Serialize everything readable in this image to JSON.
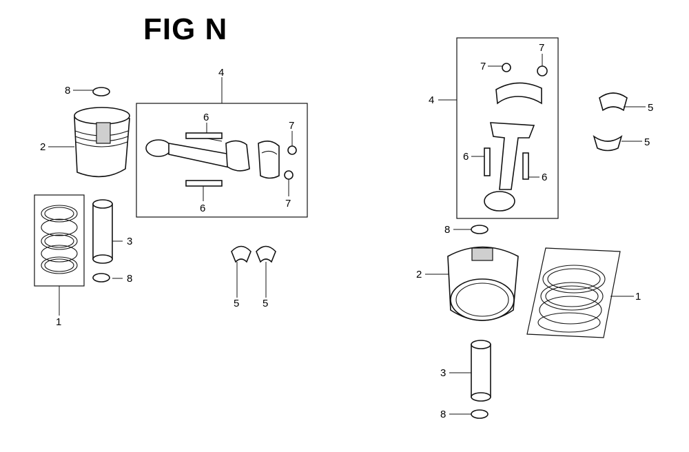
{
  "title": "FIG N",
  "callouts": [
    "1",
    "2",
    "3",
    "4",
    "5",
    "6",
    "7",
    "8"
  ]
}
